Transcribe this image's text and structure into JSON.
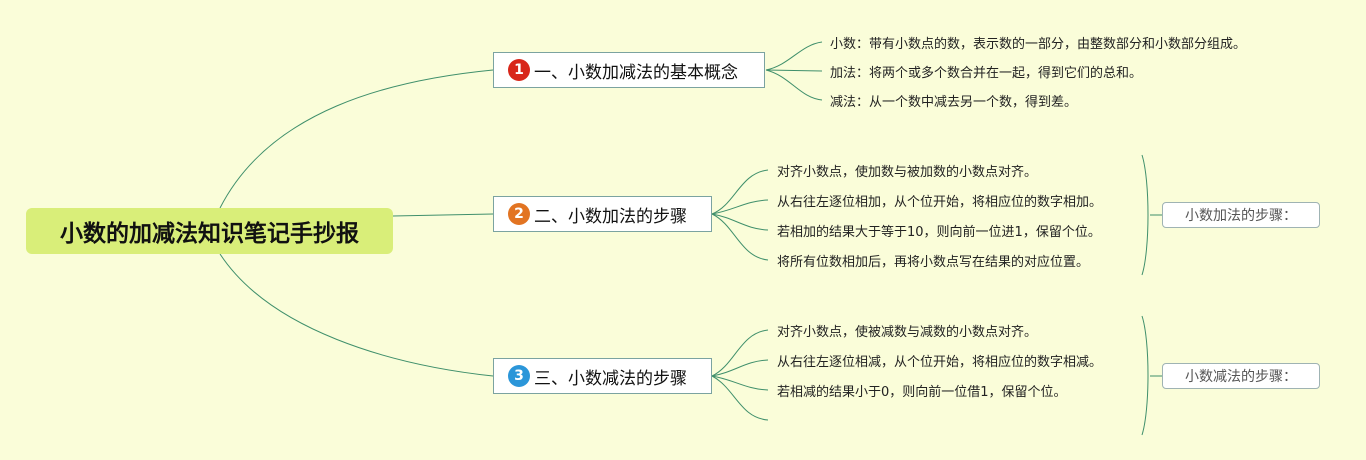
{
  "root": {
    "title": "小数的加减法知识笔记手抄报"
  },
  "topics": [
    {
      "number": "1",
      "color": "#d8261a",
      "title": "一、小数加减法的基本概念",
      "items": [
        "小数：带有小数点的数，表示数的一部分，由整数部分和小数部分组成。",
        "加法：将两个或多个数合并在一起，得到它们的总和。",
        "减法：从一个数中减去另一个数，得到差。"
      ]
    },
    {
      "number": "2",
      "color": "#e27422",
      "title": "二、小数加法的步骤",
      "items": [
        "对齐小数点，使加数与被加数的小数点对齐。",
        "从右往左逐位相加，从个位开始，将相应位的数字相加。",
        "若相加的结果大于等于10，则向前一位进1，保留个位。",
        "将所有位数相加后，再将小数点写在结果的对应位置。"
      ],
      "summary": "小数加法的步骤："
    },
    {
      "number": "3",
      "color": "#2b96d9",
      "title": "三、小数减法的步骤",
      "items": [
        "对齐小数点，使被减数与减数的小数点对齐。",
        "从右往左逐位相减，从个位开始，将相应位的数字相减。",
        "若相减的结果小于0，则向前一位借1，保留个位。",
        ""
      ],
      "summary": "小数减法的步骤："
    }
  ],
  "colors": {
    "line": "#3f8f6b",
    "background": "#fafdd9",
    "root_fill": "#d9ee79"
  }
}
